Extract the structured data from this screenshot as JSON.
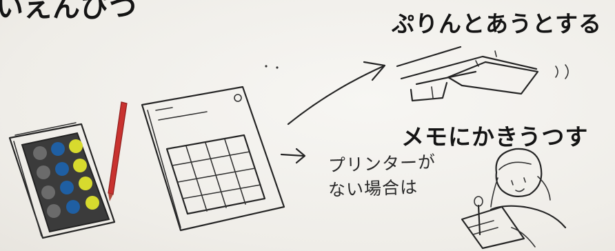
{
  "headings": {
    "top_partial": "いえんぴつ",
    "print": "ぷりんとあうとする",
    "memo": "メモにかきうつす"
  },
  "handwriting": {
    "line1": "プリンターが",
    "line2": "ない場合は"
  },
  "colors": {
    "background": "#f2f0ec",
    "pencil": "#c8322f",
    "dot_gray": "#6b6b6b",
    "dot_blue": "#1f5fa3",
    "dot_yellow": "#d7da2e",
    "ink": "#222222"
  },
  "icons": [
    "palette-icon",
    "pencil-icon",
    "calendar-sheet-icon",
    "arrow-icon",
    "printer-icon",
    "paper-icon",
    "child-drawing-icon"
  ]
}
